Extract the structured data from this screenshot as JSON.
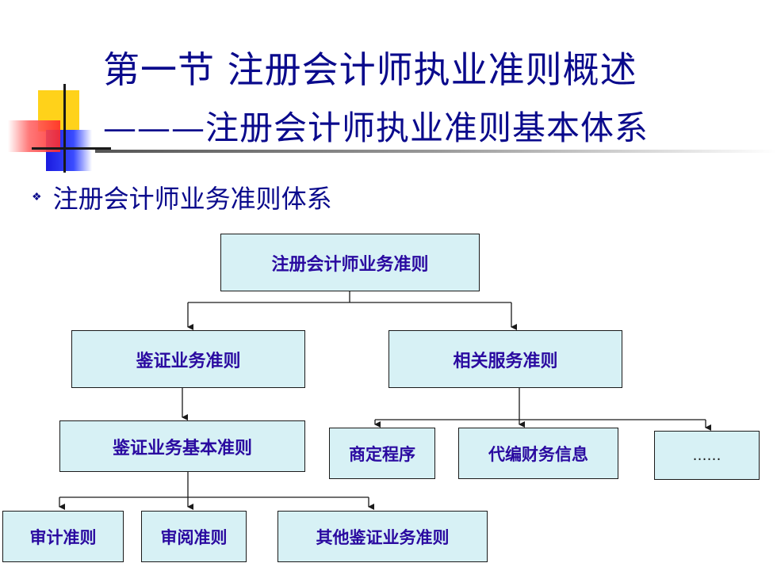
{
  "slide": {
    "title_line1": "第一节  注册会计师执业准则概述",
    "title_line2": "———注册会计师执业准则基本体系",
    "bullet_icon": "diamond-bullet-icon",
    "bullet_text": "注册会计师业务准则体系"
  },
  "diagram": {
    "root": "注册会计师业务准则",
    "level2": [
      "鉴证业务准则",
      "相关服务准则"
    ],
    "assurance_basic": "鉴证业务基本准则",
    "assurance_children": [
      "审计准则",
      "审阅准则",
      "其他鉴证业务准则"
    ],
    "related_children": [
      "商定程序",
      "代编财务信息",
      "……"
    ]
  },
  "colors": {
    "title": "#0a0a8c",
    "node_fill": "#d7f1f5",
    "node_text": "#2a0aa0"
  }
}
